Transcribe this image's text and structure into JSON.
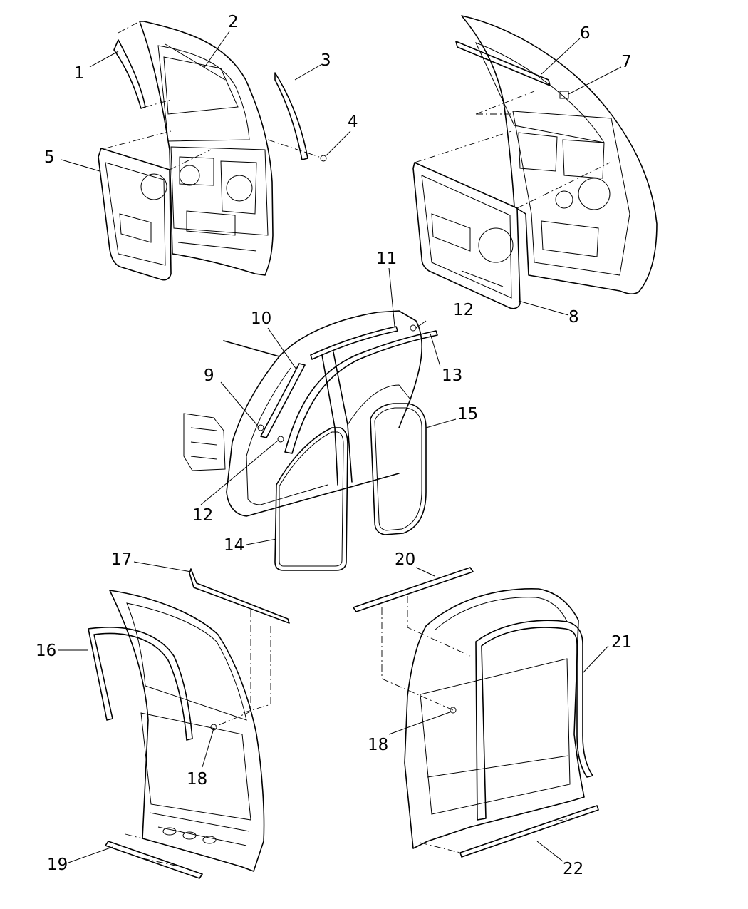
{
  "callouts": [
    "1",
    "2",
    "3",
    "4",
    "5",
    "6",
    "7",
    "8",
    "9",
    "10",
    "11",
    "12",
    "12",
    "13",
    "14",
    "15",
    "16",
    "17",
    "18",
    "18",
    "19",
    "20",
    "21",
    "22"
  ]
}
